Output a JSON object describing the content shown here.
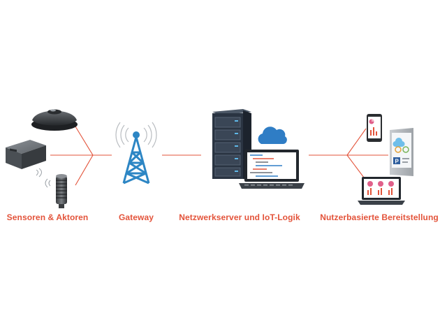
{
  "stages": {
    "sensors": {
      "label": "Sensoren & Aktoren",
      "icon": "sensor-devices-icon"
    },
    "gateway": {
      "label": "Gateway",
      "icon": "gateway-tower-icon"
    },
    "server": {
      "label": "Netzwerkserver und IoT-Logik",
      "icon": "server-rack-icon"
    },
    "users": {
      "label": "Nutzerbasierte Bereitstellung",
      "icon": "user-devices-icon"
    }
  },
  "colors": {
    "accent": "#e3533a",
    "tower": "#2d86c4",
    "cloud": "#2f7dc5",
    "server": "#2f3a48",
    "device": "#4a4f55"
  }
}
